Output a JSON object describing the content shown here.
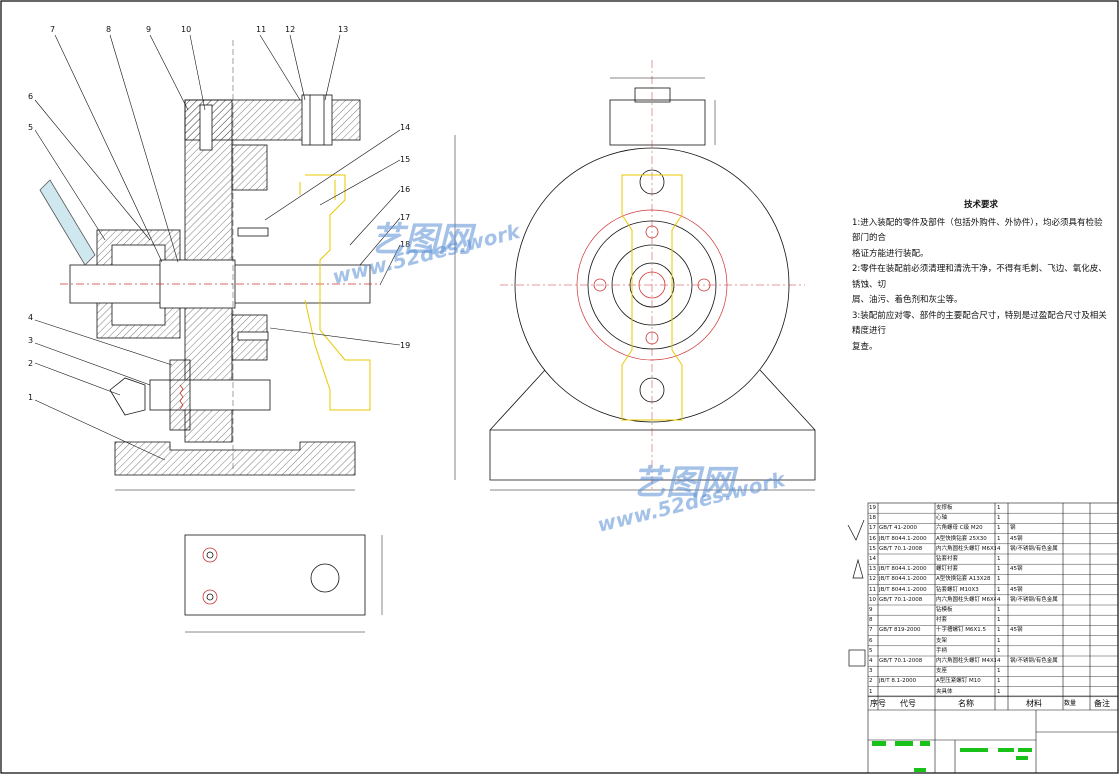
{
  "drawing": {
    "part_labels": [
      "1",
      "2",
      "3",
      "4",
      "5",
      "6",
      "7",
      "8",
      "9",
      "10",
      "11",
      "12",
      "13",
      "14",
      "15",
      "16",
      "17",
      "18",
      "19"
    ],
    "tech_requirements": {
      "title": "技术要求",
      "items": [
        "1:进入装配的零件及部件（包括外购件、外协件），均必须具有检验部门的合",
        "格证方能进行装配。",
        "2:零件在装配前必须清理和清洗干净，不得有毛刺、飞边、氧化皮、锈蚀、切",
        "屑、油污、着色剂和灰尘等。",
        "3:装配前应对零、部件的主要配合尺寸，特别是过盈配合尺寸及相关精度进行",
        "复查。"
      ]
    },
    "watermark": {
      "brand": "艺图网",
      "url": "www.52des.work"
    },
    "bom": {
      "headers": [
        "序号",
        "代号",
        "名称",
        "材料",
        "数量",
        "备注"
      ],
      "rows": [
        {
          "no": "19",
          "code": "",
          "name": "支撑板",
          "qty": "1",
          "mat": ""
        },
        {
          "no": "18",
          "code": "",
          "name": "心轴",
          "qty": "1",
          "mat": ""
        },
        {
          "no": "17",
          "code": "GB/T 41-2000",
          "name": "六角螺母 C级 M20",
          "qty": "1",
          "mat": "钢"
        },
        {
          "no": "16",
          "code": "JB/T 8044.1-2000",
          "name": "A型快换钻套 25X30",
          "qty": "1",
          "mat": "45钢"
        },
        {
          "no": "15",
          "code": "GB/T 70.1-2008",
          "name": "内六角圆柱头螺钉 M6X18",
          "qty": "4",
          "mat": "钢/不锈钢/有色金属"
        },
        {
          "no": "14",
          "code": "",
          "name": "钻套衬套",
          "qty": "1",
          "mat": ""
        },
        {
          "no": "13",
          "code": "JB/T 8044.1-2000",
          "name": "螺钉衬套",
          "qty": "1",
          "mat": "45钢"
        },
        {
          "no": "12",
          "code": "JB/T 8044.1-2000",
          "name": "A型快换钻套 A13X28",
          "qty": "1",
          "mat": ""
        },
        {
          "no": "11",
          "code": "JB/T 8044.1-2000",
          "name": "钻套螺钉 M10X3",
          "qty": "1",
          "mat": "45钢"
        },
        {
          "no": "10",
          "code": "GB/T 70.1-2008",
          "name": "内六角圆柱头螺钉 M6X45",
          "qty": "4",
          "mat": "钢/不锈钢/有色金属"
        },
        {
          "no": "9",
          "code": "",
          "name": "钻模板",
          "qty": "1",
          "mat": ""
        },
        {
          "no": "8",
          "code": "",
          "name": "衬套",
          "qty": "1",
          "mat": ""
        },
        {
          "no": "7",
          "code": "GB/T 819-2000",
          "name": "十字槽螺钉 M6X1.5",
          "qty": "1",
          "mat": "45钢"
        },
        {
          "no": "6",
          "code": "",
          "name": "支架",
          "qty": "1",
          "mat": ""
        },
        {
          "no": "5",
          "code": "",
          "name": "手柄",
          "qty": "1",
          "mat": ""
        },
        {
          "no": "4",
          "code": "GB/T 70.1-2008",
          "name": "内六角圆柱头螺钉 M4X12",
          "qty": "4",
          "mat": "钢/不锈钢/有色金属"
        },
        {
          "no": "3",
          "code": "",
          "name": "支座",
          "qty": "1",
          "mat": ""
        },
        {
          "no": "2",
          "code": "JB/T 8.1-2000",
          "name": "A型压紧螺钉 M10",
          "qty": "1",
          "mat": ""
        },
        {
          "no": "1",
          "code": "",
          "name": "夹具体",
          "qty": "1",
          "mat": ""
        }
      ]
    }
  }
}
